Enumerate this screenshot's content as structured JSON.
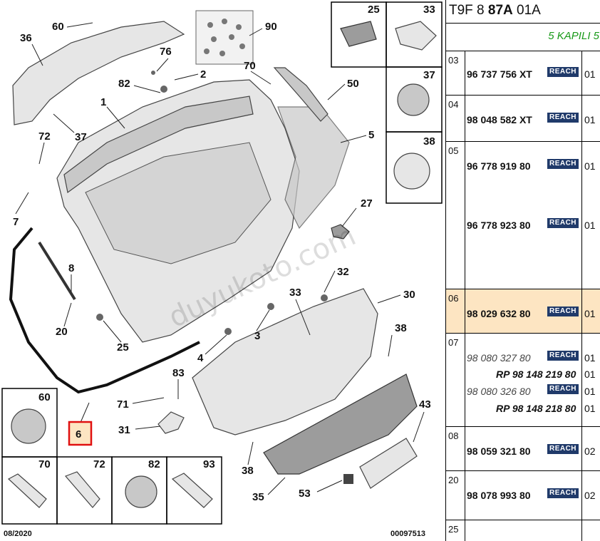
{
  "header": {
    "prefix": "T9F 8 ",
    "bold": "87A",
    "suffix": " 01A"
  },
  "variant_label": "5 KAPILI 5",
  "reach_label": "REACH",
  "callouts": {
    "c1": "1",
    "c2": "2",
    "c3": "3",
    "c4": "4",
    "c5": "5",
    "c6": "6",
    "c7": "7",
    "c8": "8",
    "c20": "20",
    "c25": "25",
    "c27": "27",
    "c30": "30",
    "c31": "31",
    "c32": "32",
    "c33": "33",
    "c35": "35",
    "c36": "36",
    "c37": "37",
    "c38": "38",
    "c38b": "38",
    "c43": "43",
    "c50": "50",
    "c53": "53",
    "c60": "60",
    "c70": "70",
    "c71": "71",
    "c72": "72",
    "c76": "76",
    "c82": "82",
    "c83": "83",
    "c90": "90"
  },
  "inset_labels": {
    "i25": "25",
    "i33": "33",
    "i37": "37",
    "i38": "38",
    "i60": "60",
    "i70": "70",
    "i72": "72",
    "i82": "82",
    "i93": "93"
  },
  "footer": {
    "date": "08/2020",
    "code": "00097513"
  },
  "watermark": "duyukoto.com",
  "rows": [
    {
      "pos": "03",
      "refs": [
        {
          "ref": "96 737 756 XT",
          "reach": true,
          "qty": "01"
        }
      ]
    },
    {
      "pos": "04",
      "refs": [
        {
          "ref": "98 048 582 XT",
          "reach": true,
          "qty": "01"
        }
      ]
    },
    {
      "pos": "05",
      "refs": [
        {
          "ref": "96 778 919 80",
          "reach": true,
          "qty": "01"
        },
        {
          "ref": "96 778 923 80",
          "reach": true,
          "qty": "01"
        }
      ]
    },
    {
      "pos": "06",
      "selected": true,
      "refs": [
        {
          "ref": "98 029 632 80",
          "reach": true,
          "qty": "01"
        }
      ]
    },
    {
      "pos": "07",
      "refs": [
        {
          "ref": "98 080 327 80",
          "reach": true,
          "qty": "01",
          "style": "alt"
        },
        {
          "ref": "RP 98 148 219 80",
          "reach": false,
          "qty": "01",
          "style": "rp"
        },
        {
          "ref": "98 080 326 80",
          "reach": true,
          "qty": "01",
          "style": "alt"
        },
        {
          "ref": "RP 98 148 218 80",
          "reach": false,
          "qty": "01",
          "style": "rp"
        }
      ]
    },
    {
      "pos": "08",
      "refs": [
        {
          "ref": "98 059 321 80",
          "reach": true,
          "qty": "02"
        }
      ]
    },
    {
      "pos": "20",
      "refs": [
        {
          "ref": "98 078 993 80",
          "reach": true,
          "qty": "02"
        }
      ]
    },
    {
      "pos": "25",
      "refs": []
    }
  ]
}
